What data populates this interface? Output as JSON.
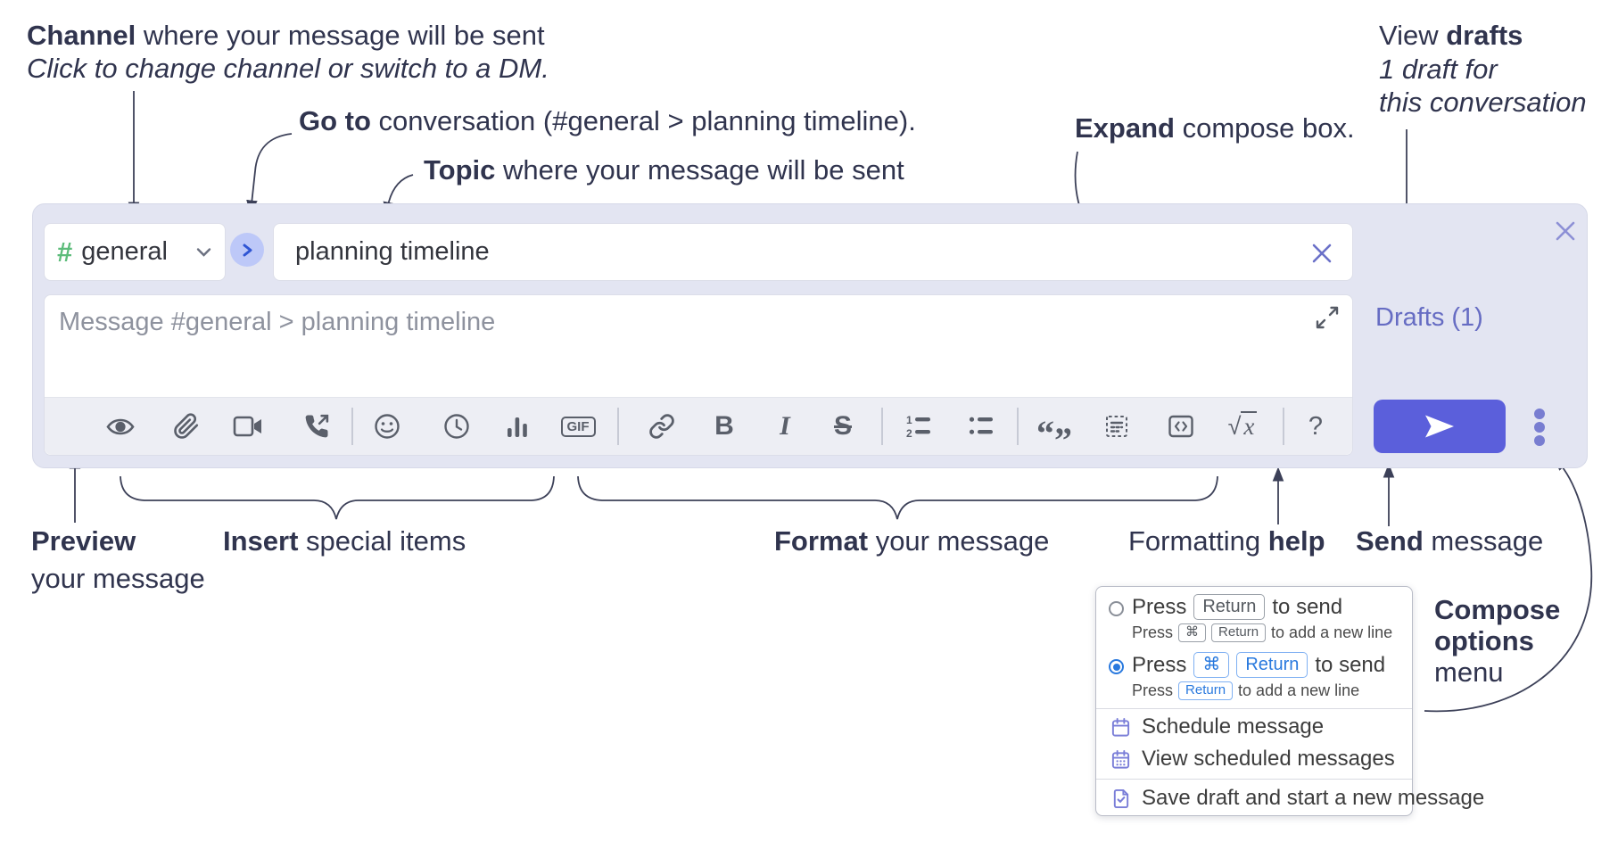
{
  "colors": {
    "compose_background": "#e3e5f2",
    "send_button": "#5b5fdb",
    "link_purple": "#666cc3",
    "hash_green": "#5cbc7a",
    "toolbar_icon_gray": "#5a5f6a",
    "annotation_navy": "#30344e",
    "menu_icon_purple": "#7a7ed8",
    "kbd_blue": "#2979de"
  },
  "annotations": {
    "channel_line": {
      "bold": "Channel",
      "rest": " where your message will be sent"
    },
    "channel_sub": "Click to change channel or switch to a DM.",
    "goto_line": {
      "bold": "Go to",
      "rest": " conversation (#general > planning timeline)."
    },
    "topic_line": {
      "bold": "Topic",
      "rest": " where your message will be sent"
    },
    "expand_line": {
      "bold": "Expand",
      "rest": " compose box."
    },
    "view_drafts": {
      "pre": "View ",
      "bold": "drafts"
    },
    "drafts_sub1": "1 draft for",
    "drafts_sub2": "this conversation",
    "preview": {
      "bold": "Preview",
      "rest": "your message"
    },
    "insert": {
      "bold": "Insert",
      "rest": " special items"
    },
    "format": {
      "bold": "Format",
      "rest": " your message"
    },
    "formatting_help": {
      "pre": "Formatting ",
      "bold": "help"
    },
    "send": {
      "bold": "Send",
      "rest": " message"
    },
    "compose_options": {
      "bold1": "Compose",
      "bold2": "options",
      "rest": "menu"
    }
  },
  "compose": {
    "channel_hash": "#",
    "channel_name": "general",
    "topic_value": "planning timeline",
    "message_placeholder": "Message #general > planning timeline",
    "drafts_link": "Drafts (1)",
    "toolbar": {
      "gif": "GIF",
      "bold": "B",
      "italic": "I",
      "strike": "S",
      "sqrt_prefix": "√",
      "sqrt_x": "x",
      "help": "?",
      "quote_open": "“",
      "quote_close": "”",
      "ol_1": "1",
      "ol_2": "2"
    }
  },
  "menu": {
    "press": "Press",
    "key_return": "Return",
    "key_cmd": "⌘",
    "to_send": "to send",
    "to_newline": "to add a new line",
    "items": [
      "Schedule message",
      "View scheduled messages",
      "Save draft and start a new message"
    ]
  }
}
